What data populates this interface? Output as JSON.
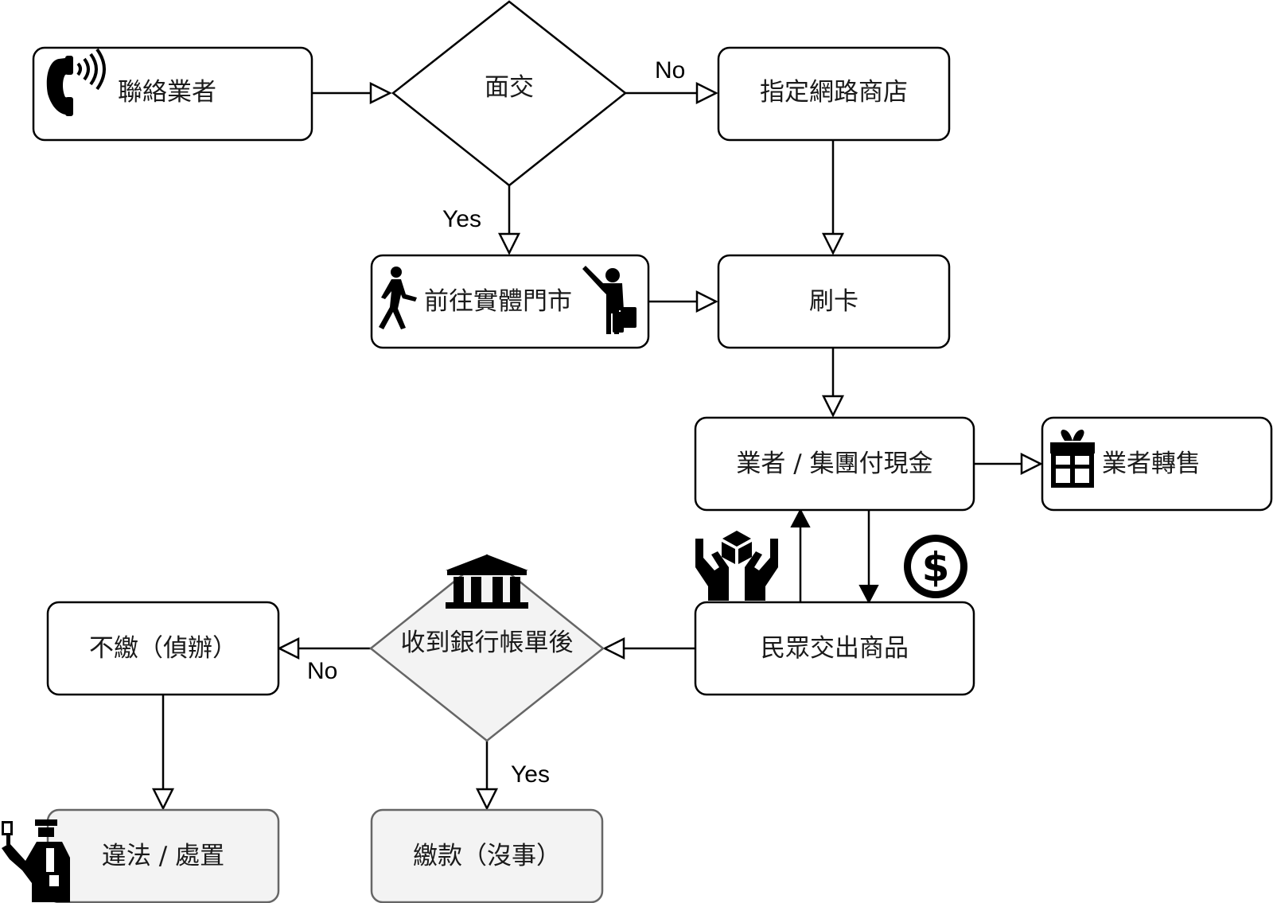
{
  "nodes": {
    "contact": "聯絡業者",
    "face_to_face": "面交",
    "online_store": "指定網路商店",
    "physical_store": "前往實體門市",
    "swipe_card": "刷卡",
    "vendor_pays": "業者 / 集團付現金",
    "resell": "業者轉售",
    "hand_over": "民眾交出商品",
    "bank_bill": "收到銀行帳單後",
    "not_pay": "不繳（偵辦）",
    "illegal": "違法 / 處置",
    "pay": "繳款（沒事）"
  },
  "edges": {
    "face_no": "No",
    "face_yes": "Yes",
    "bill_no": "No",
    "bill_yes": "Yes"
  },
  "icons": {
    "contact": "phone-ringing-icon",
    "walk": "walking-person-icon",
    "traveler": "traveler-with-luggage-icon",
    "gift": "gift-box-icon",
    "hands": "hands-holding-box-icon",
    "money": "dollar-coin-icon",
    "bank": "bank-building-icon",
    "police": "police-officer-icon"
  }
}
